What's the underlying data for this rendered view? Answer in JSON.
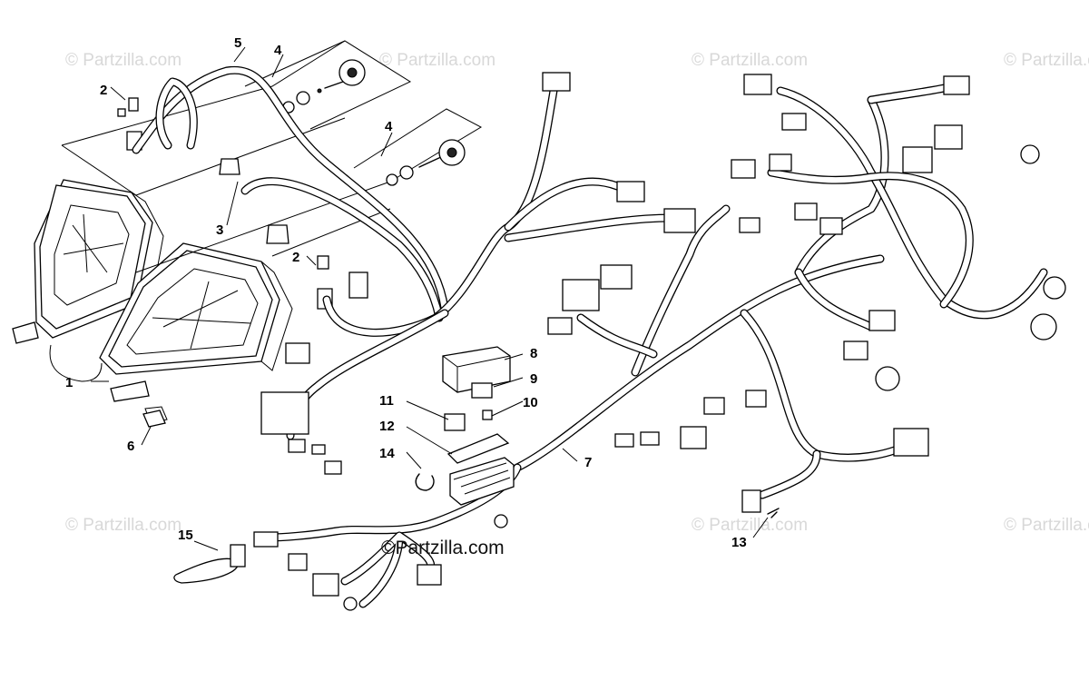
{
  "watermarks": {
    "faint": "© Partzilla.com",
    "main": "©Partzilla.com"
  },
  "callouts": {
    "c1": "1",
    "c2a": "2",
    "c2b": "2",
    "c3": "3",
    "c4a": "4",
    "c4b": "4",
    "c5": "5",
    "c6": "6",
    "c7": "7",
    "c8": "8",
    "c9": "9",
    "c10": "10",
    "c11": "11",
    "c12": "12",
    "c13": "13",
    "c14": "14",
    "c15": "15"
  }
}
